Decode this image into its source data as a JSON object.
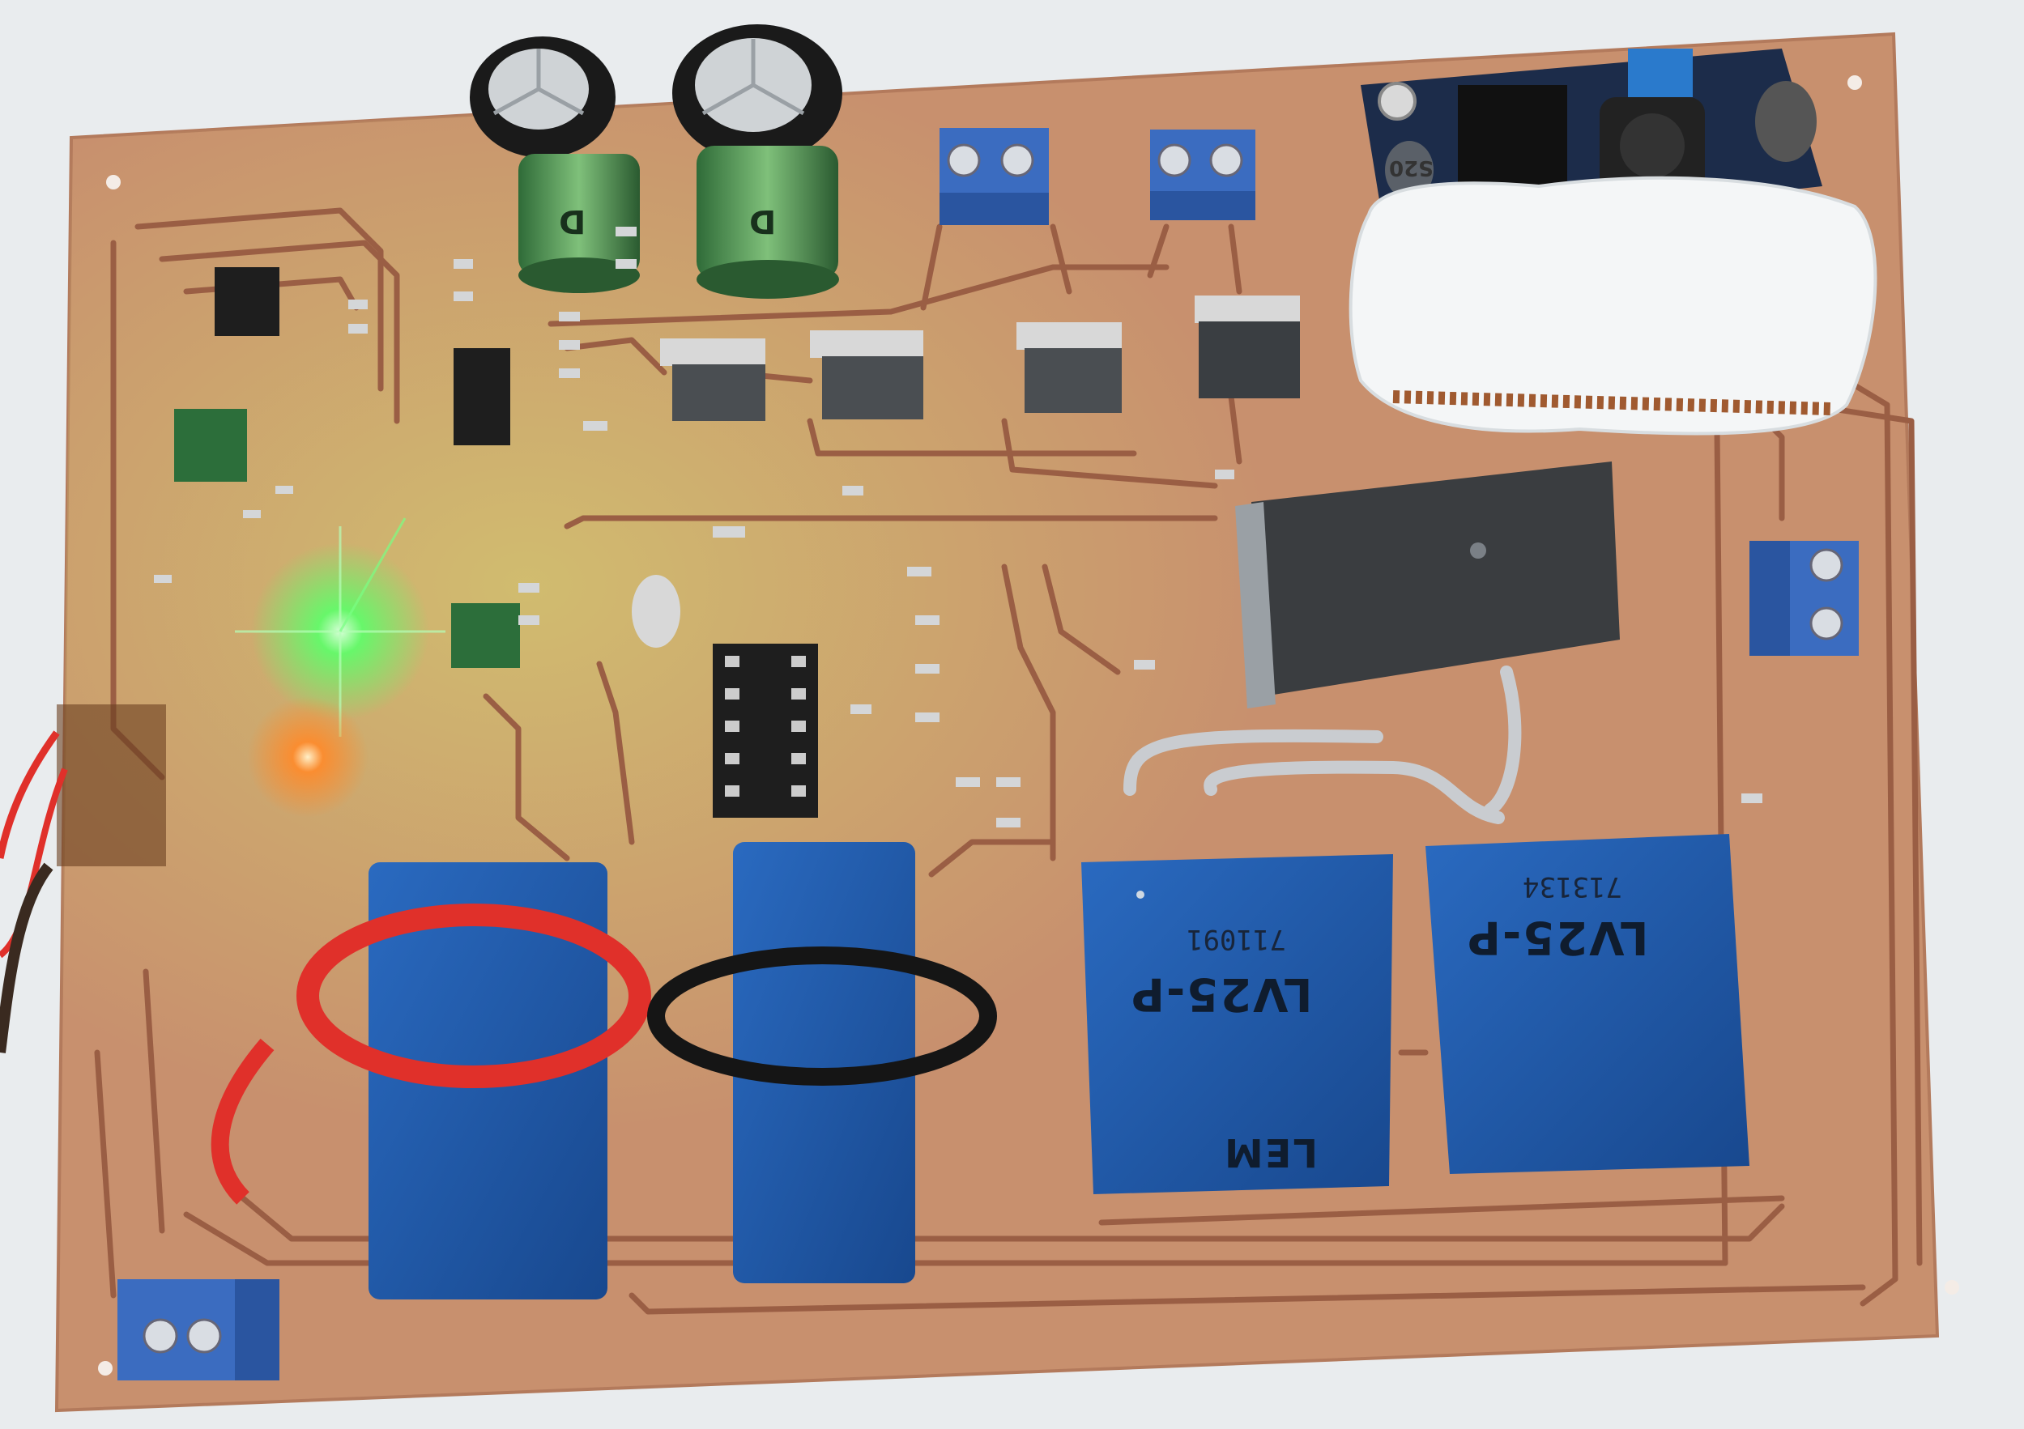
{
  "scene": {
    "subject": "pcb-board",
    "colors": {
      "background": "#e9ecee",
      "copper": "#c8906e",
      "copper_dark": "#a86c50",
      "trace": "#9a5e44",
      "sensor_blue": "#1f5aa8",
      "terminal_blue": "#3b6cc0",
      "led_green": "#5cff6a",
      "led_orange": "#ff8a2a"
    }
  },
  "sensors": [
    {
      "model": "LV25-P",
      "serial": "711091",
      "maker": "LEM"
    },
    {
      "model": "LV25-P",
      "serial": "713134"
    }
  ],
  "capacitors": [
    {
      "marking": "D"
    },
    {
      "marking": "D"
    }
  ],
  "buck_module": {
    "marking": "S20"
  }
}
